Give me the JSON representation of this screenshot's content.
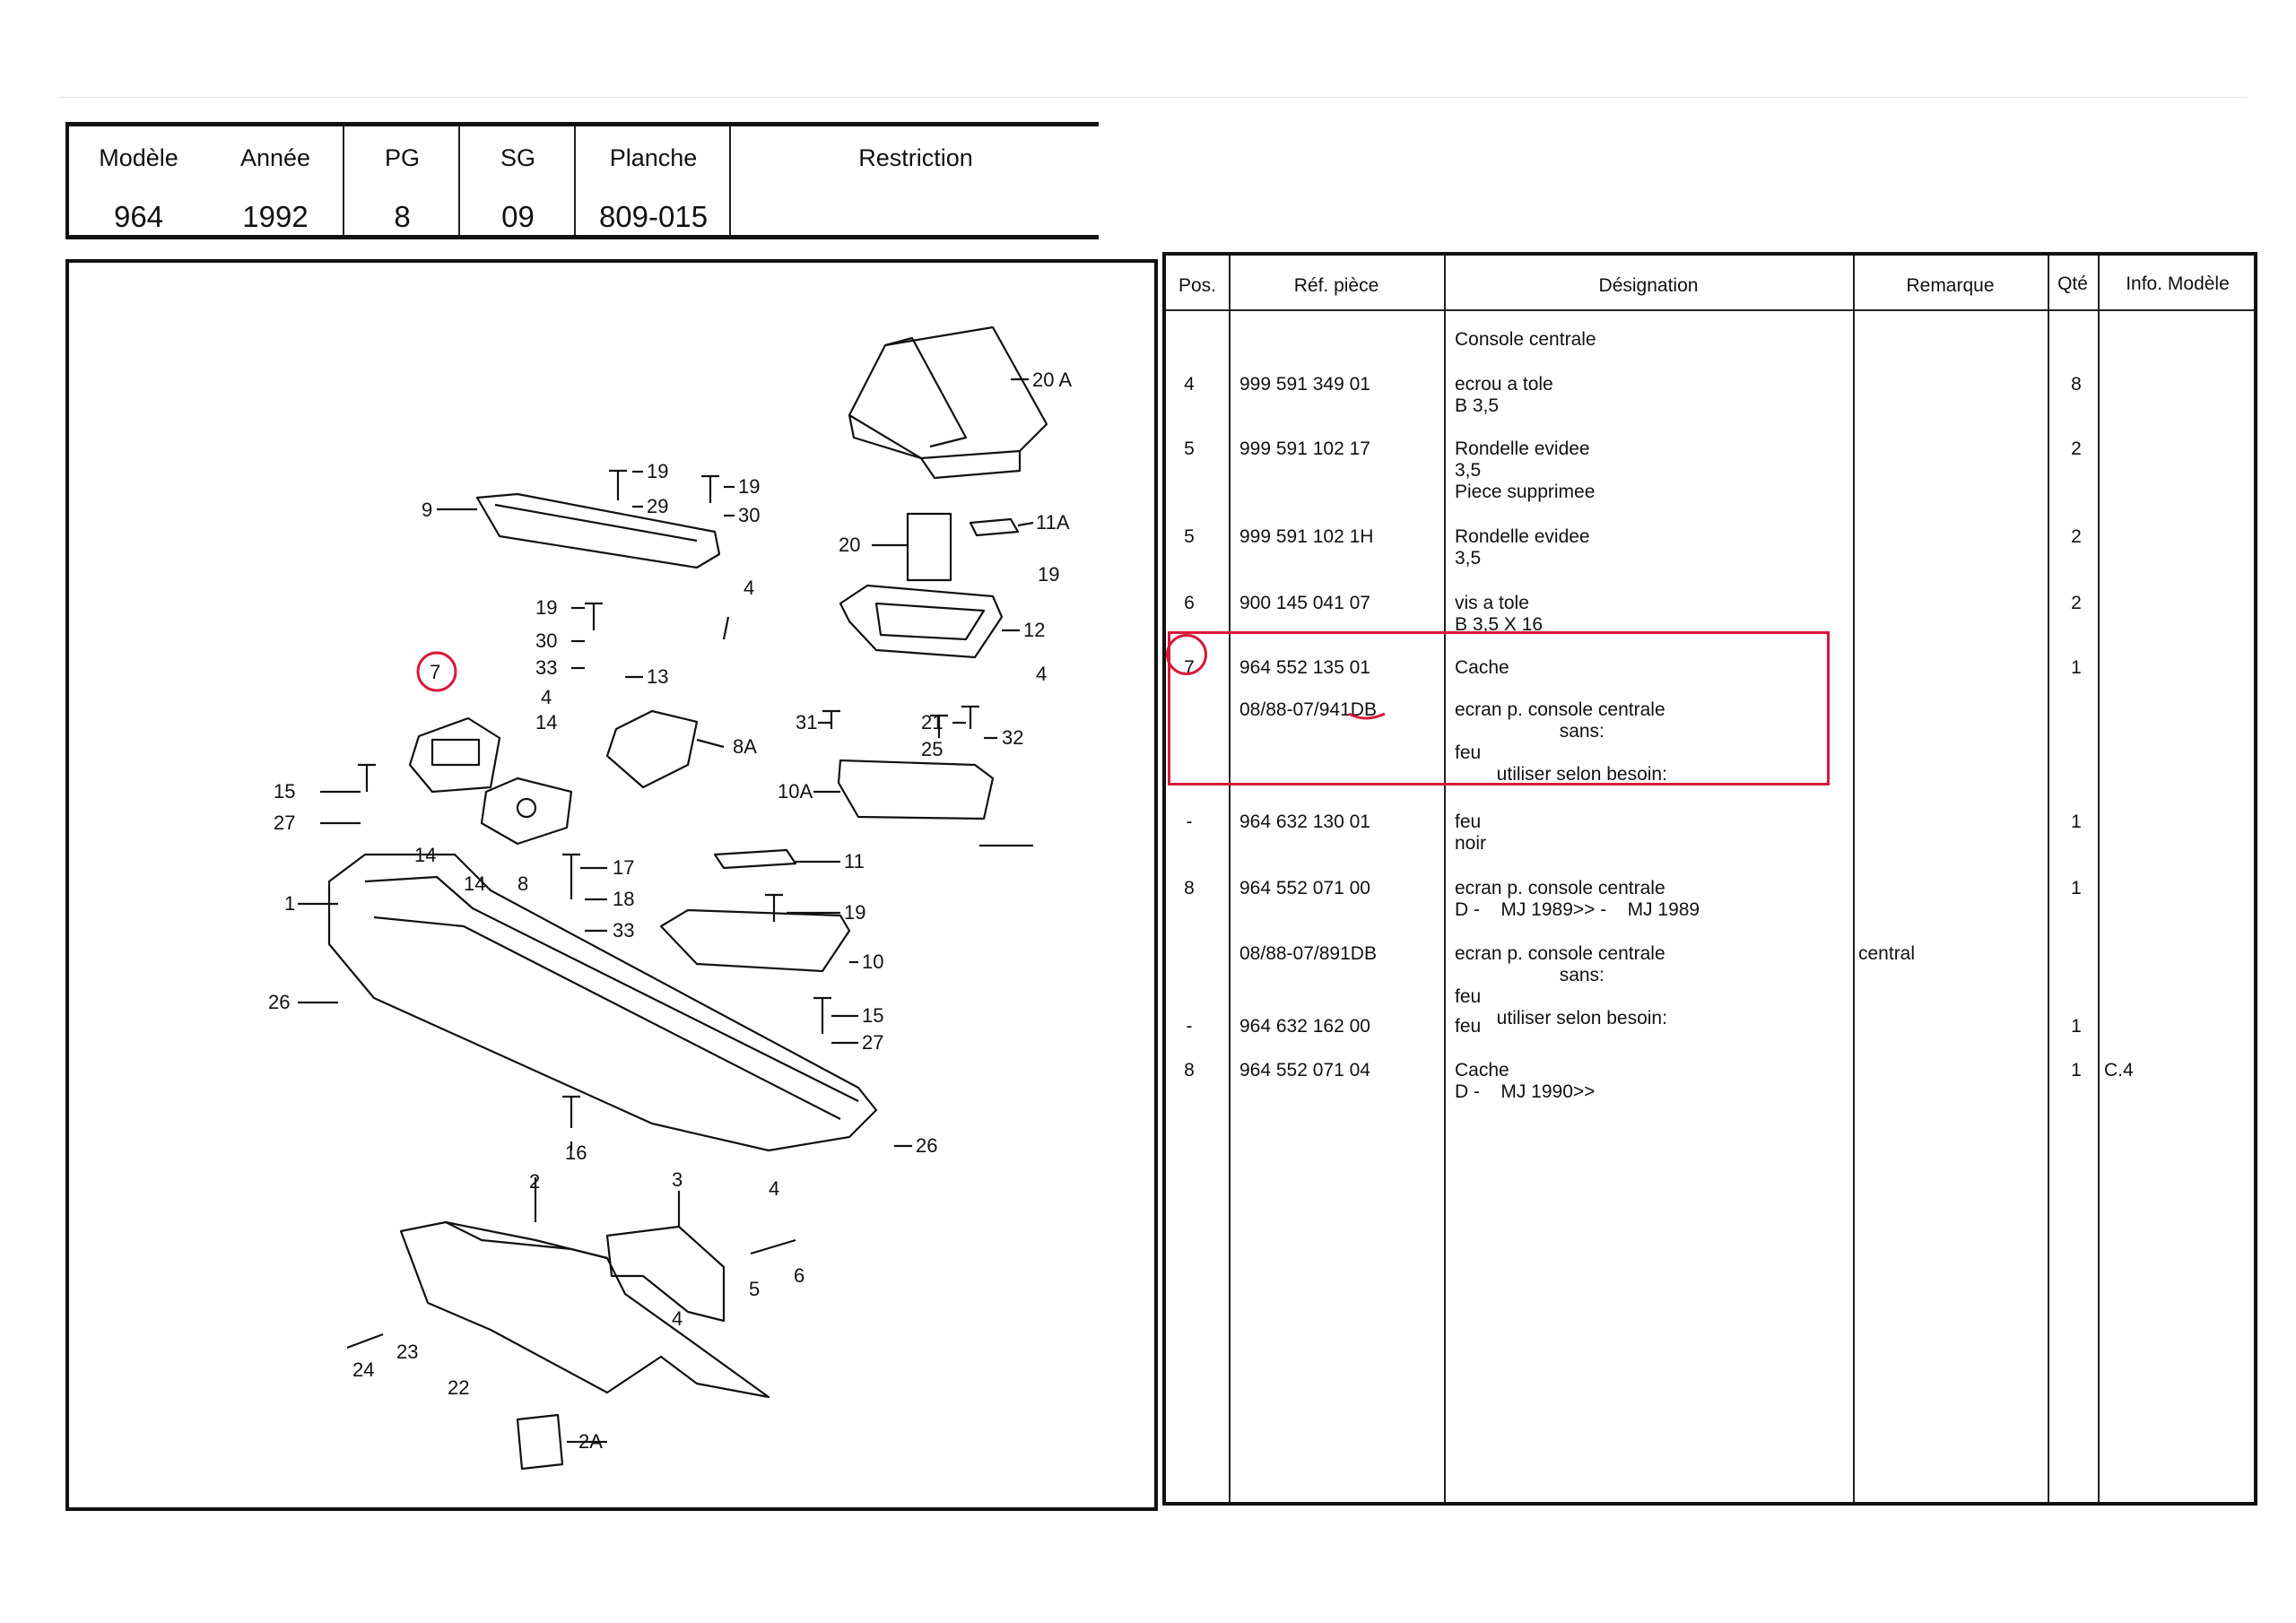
{
  "header": {
    "columns": [
      {
        "label": "Modèle",
        "value": "964"
      },
      {
        "label": "Année",
        "value": "1992"
      },
      {
        "label": "PG",
        "value": "8"
      },
      {
        "label": "SG",
        "value": "09"
      },
      {
        "label": "Planche",
        "value": "809-015"
      },
      {
        "label": "Restriction",
        "value": ""
      }
    ]
  },
  "diagram": {
    "callouts": [
      "20 A",
      "19",
      "19",
      "29",
      "30",
      "9",
      "20",
      "11A",
      "19",
      "4",
      "12",
      "19",
      "30",
      "33",
      "13",
      "4",
      "4",
      "7",
      "14",
      "8A",
      "31",
      "21",
      "32",
      "25",
      "15",
      "27",
      "10A",
      "14",
      "14",
      "8",
      "17",
      "11",
      "18",
      "33",
      "19",
      "1",
      "10",
      "26",
      "15",
      "27",
      "16",
      "26",
      "4",
      "2",
      "3",
      "6",
      "5",
      "4",
      "24",
      "23",
      "22",
      "2A"
    ]
  },
  "table": {
    "headers": {
      "pos": "Pos.",
      "ref": "Réf. pièce",
      "designation": "Désignation",
      "remarque": "Remarque",
      "qte": "Qté",
      "info": "Info. Modèle"
    },
    "rows": [
      {
        "pos": "",
        "ref": "",
        "designation": "Console centrale",
        "remarque": "",
        "qte": "",
        "info": ""
      },
      {
        "pos": "4",
        "ref": "999 591 349 01",
        "designation": "ecrou a tole\nB 3,5",
        "remarque": "",
        "qte": "8",
        "info": ""
      },
      {
        "pos": "5",
        "ref": "999 591 102 17",
        "designation": "Rondelle evidee\n3,5\nPiece supprimee",
        "remarque": "",
        "qte": "2",
        "info": ""
      },
      {
        "pos": "5",
        "ref": "999 591 102 1H",
        "designation": "Rondelle evidee\n3,5",
        "remarque": "",
        "qte": "2",
        "info": ""
      },
      {
        "pos": "6",
        "ref": "900 145 041 07",
        "designation": "vis a tole\nB 3,5 X 16",
        "remarque": "",
        "qte": "2",
        "info": ""
      },
      {
        "pos": "7",
        "ref": "964 552 135 01",
        "designation": "Cache",
        "remarque": "",
        "qte": "1",
        "info": ""
      },
      {
        "pos": "",
        "ref": "08/88-07/941DB",
        "designation": "ecran p. console centrale\n                    sans:\nfeu\n        utiliser selon besoin:",
        "remarque": "",
        "qte": "",
        "info": ""
      },
      {
        "pos": "-",
        "ref": "964 632 130 01",
        "designation": "feu\nnoir",
        "remarque": "",
        "qte": "1",
        "info": ""
      },
      {
        "pos": "8",
        "ref": "964 552 071 00",
        "designation": "ecran p. console centrale\nD -    MJ 1989>> -    MJ 1989",
        "remarque": "",
        "qte": "1",
        "info": ""
      },
      {
        "pos": "",
        "ref": "08/88-07/891DB",
        "designation": "ecran p. console centrale\n                    sans:\nfeu\n        utiliser selon besoin:",
        "remarque": "central",
        "qte": "",
        "info": ""
      },
      {
        "pos": "-",
        "ref": "964 632 162 00",
        "designation": "feu",
        "remarque": "",
        "qte": "1",
        "info": ""
      },
      {
        "pos": "8",
        "ref": "964 552 071 04",
        "designation": "Cache\nD -    MJ 1990>>",
        "remarque": "",
        "qte": "1",
        "info": "C.4"
      }
    ]
  },
  "colors": {
    "annotation": "#d8193a",
    "ink": "#111111"
  }
}
